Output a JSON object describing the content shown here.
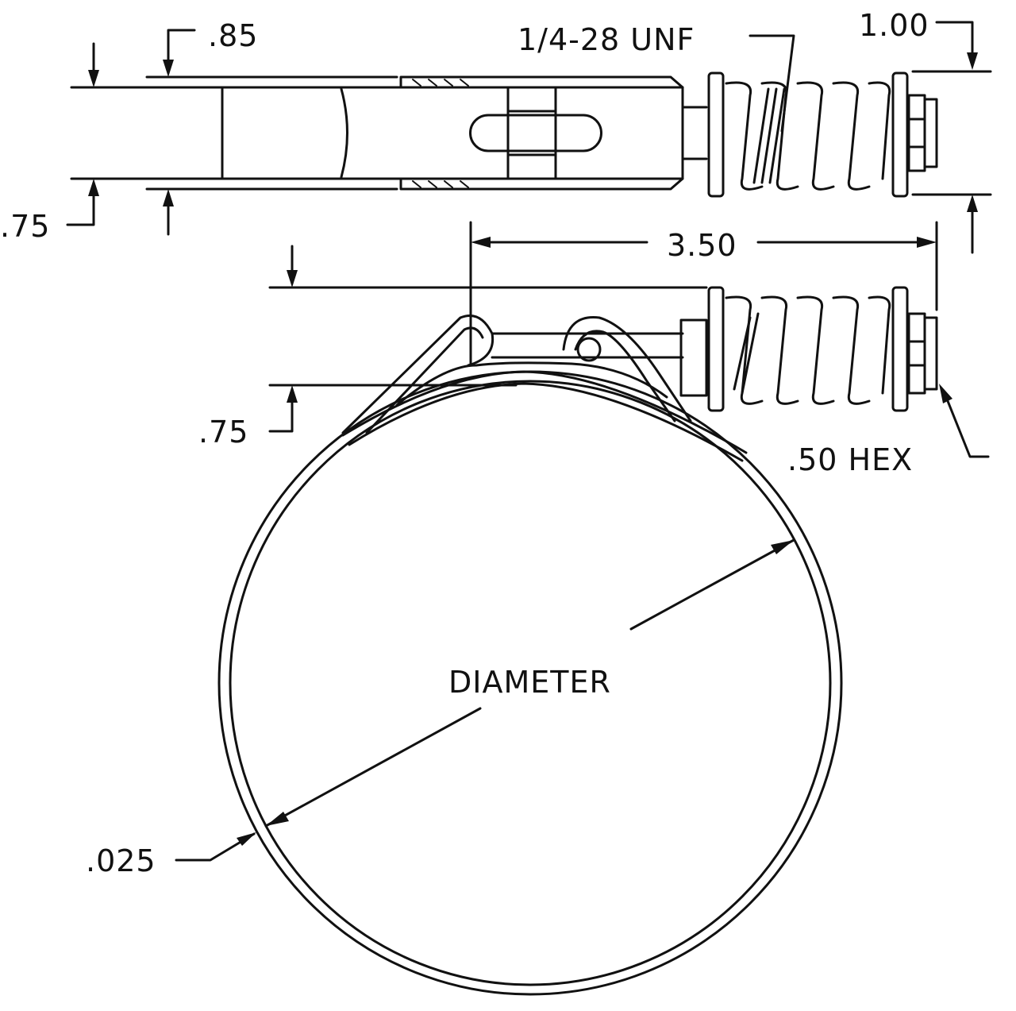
{
  "dimensions": {
    "band_height_top": ".85",
    "band_height_left": ".75",
    "thread_spec": "1/4-28 UNF",
    "spring_height": "1.00",
    "housing_length": "3.50",
    "band_height_side": ".75",
    "hex_size": ".50 HEX",
    "band_thickness": ".025",
    "diameter_label": "DIAMETER"
  },
  "colors": {
    "line": "#111111",
    "background": "#ffffff"
  }
}
